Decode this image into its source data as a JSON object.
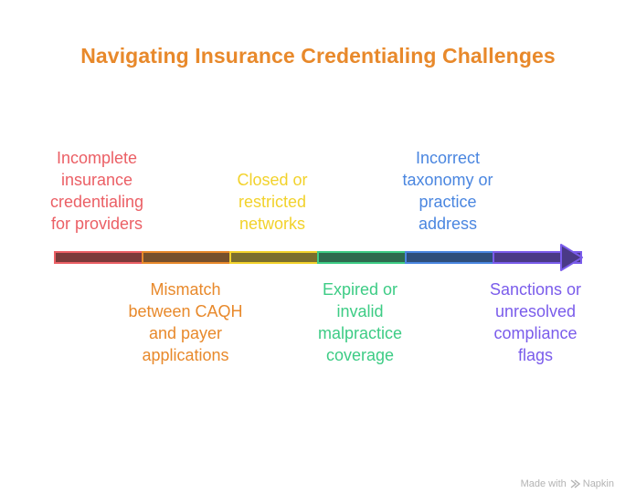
{
  "title": "Navigating Insurance Credentialing Challenges",
  "colors": {
    "title": "#E8892B",
    "segments": [
      "#EB5F65",
      "#E8892B",
      "#F2D22B",
      "#3DCC85",
      "#4A86E0",
      "#7A5CEB"
    ],
    "segment_fills": [
      "#7A3A3A",
      "#76502C",
      "#7A6E2E",
      "#2E6A4E",
      "#2E4E7A",
      "#4A3A86"
    ]
  },
  "items": [
    {
      "text": "Incomplete\ninsurance\ncredentialing\nfor providers",
      "position": "above",
      "color": "#EB5F65"
    },
    {
      "text": "Mismatch\nbetween CAQH\nand payer\napplications",
      "position": "below",
      "color": "#E8892B"
    },
    {
      "text": "Closed or\nrestricted\nnetworks",
      "position": "above",
      "color": "#F2D22B"
    },
    {
      "text": "Expired or\ninvalid\nmalpractice\ncoverage",
      "position": "below",
      "color": "#3DCC85"
    },
    {
      "text": "Incorrect\ntaxonomy or\npractice\naddress",
      "position": "above",
      "color": "#4A86E0"
    },
    {
      "text": "Sanctions or\nunresolved\ncompliance\nflags",
      "position": "below",
      "color": "#7A5CEB"
    }
  ],
  "footer": {
    "made_with": "Made with",
    "brand": "Napkin"
  }
}
